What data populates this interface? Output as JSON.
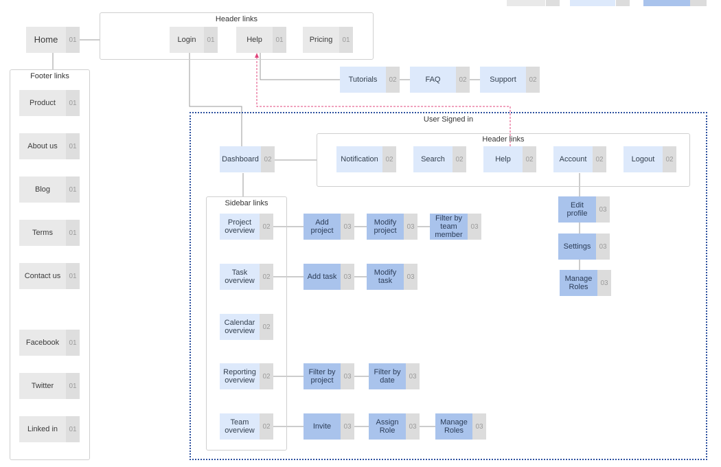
{
  "colors": {
    "level1": "#e9e9e9",
    "level2": "#dde9fb",
    "level3": "#a9c3ec",
    "signed_in_border": "#2b4f9e",
    "cross_link": "#e0457b"
  },
  "home": {
    "label": "Home",
    "level": "01"
  },
  "header": {
    "title": "Header links",
    "items": [
      {
        "label": "Login",
        "level": "01"
      },
      {
        "label": "Help",
        "level": "01"
      },
      {
        "label": "Pricing",
        "level": "01"
      }
    ]
  },
  "help_children": [
    {
      "label": "Tutorials",
      "level": "02"
    },
    {
      "label": "FAQ",
      "level": "02"
    },
    {
      "label": "Support",
      "level": "02"
    }
  ],
  "footer": {
    "title": "Footer links",
    "items": [
      {
        "label": "Product",
        "level": "01"
      },
      {
        "label": "About us",
        "level": "01"
      },
      {
        "label": "Blog",
        "level": "01"
      },
      {
        "label": "Terms",
        "level": "01"
      },
      {
        "label": "Contact us",
        "level": "01"
      },
      {
        "label": "Facebook",
        "level": "01"
      },
      {
        "label": "Twitter",
        "level": "01"
      },
      {
        "label": "Linked in",
        "level": "01"
      }
    ]
  },
  "signed_in": {
    "title": "User Signed in",
    "dashboard": {
      "label": "Dashboard",
      "level": "02"
    },
    "header": {
      "title": "Header links",
      "items": [
        {
          "label": "Notification",
          "level": "02"
        },
        {
          "label": "Search",
          "level": "02"
        },
        {
          "label": "Help",
          "level": "02"
        },
        {
          "label": "Account",
          "level": "02"
        },
        {
          "label": "Logout",
          "level": "02"
        }
      ]
    },
    "account_children": [
      {
        "label": "Edit profile",
        "level": "03"
      },
      {
        "label": "Settings",
        "level": "03"
      },
      {
        "label": "Manage Roles",
        "level": "03"
      }
    ],
    "sidebar": {
      "title": "Sidebar links",
      "items": [
        {
          "label": "Project overview",
          "level": "02",
          "children": [
            {
              "label": "Add project",
              "level": "03"
            },
            {
              "label": "Modify project",
              "level": "03"
            },
            {
              "label": "Filter by team member",
              "level": "03"
            }
          ]
        },
        {
          "label": "Task overview",
          "level": "02",
          "children": [
            {
              "label": "Add task",
              "level": "03"
            },
            {
              "label": "Modify task",
              "level": "03"
            }
          ]
        },
        {
          "label": "Calendar overview",
          "level": "02",
          "children": []
        },
        {
          "label": "Reporting overview",
          "level": "02",
          "children": [
            {
              "label": "Filter by project",
              "level": "03"
            },
            {
              "label": "Filter by date",
              "level": "03"
            }
          ]
        },
        {
          "label": "Team overview",
          "level": "02",
          "children": [
            {
              "label": "Invite",
              "level": "03"
            },
            {
              "label": "Assign Role",
              "level": "03"
            },
            {
              "label": "Manage Roles",
              "level": "03"
            }
          ]
        }
      ]
    }
  }
}
